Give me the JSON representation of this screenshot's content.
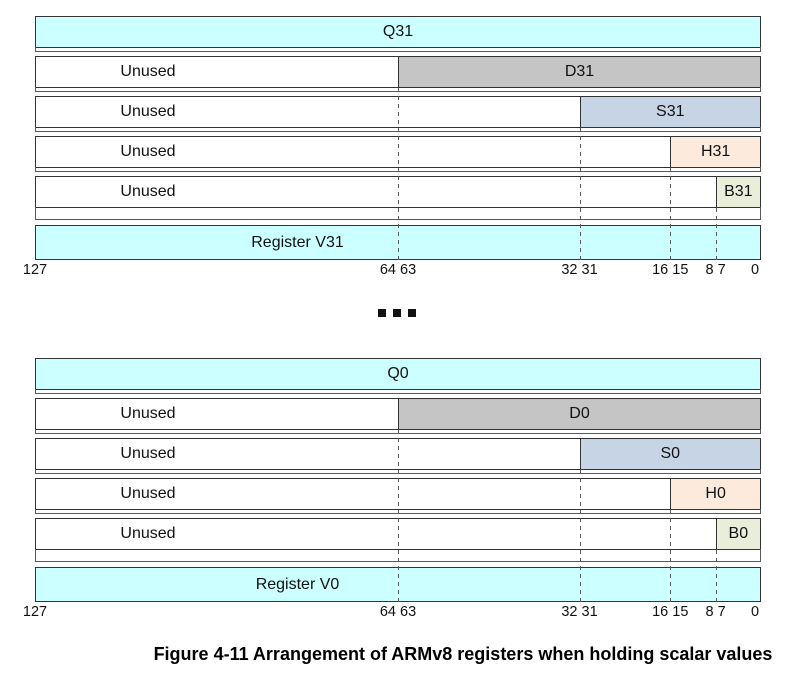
{
  "figure": {
    "caption": "Figure 4-11 Arrangement of ARMv8 registers when holding scalar values"
  },
  "colors": {
    "full_register": "#ccffff",
    "d_fill": "#c5c5c5",
    "s_fill": "#c6d4e6",
    "h_fill": "#fcebdc",
    "b_fill": "#e9eeda",
    "border": "#333333",
    "line": "#595959",
    "text": "#111111"
  },
  "separator": {
    "symbol": "square-dot-ellipsis",
    "dots": 3
  },
  "groups": [
    {
      "name": "V31",
      "rows": [
        {
          "kind": "full",
          "label": "Q31",
          "fill_key": "full_register"
        },
        {
          "kind": "split",
          "label": "D31",
          "bits": 64,
          "unused_label": "Unused",
          "fill_key": "d_fill"
        },
        {
          "kind": "split",
          "label": "S31",
          "bits": 32,
          "unused_label": "Unused",
          "fill_key": "s_fill"
        },
        {
          "kind": "split",
          "label": "H31",
          "bits": 16,
          "unused_label": "Unused",
          "fill_key": "h_fill"
        },
        {
          "kind": "split",
          "label": "B31",
          "bits": 8,
          "unused_label": "Unused",
          "fill_key": "b_fill"
        },
        {
          "kind": "register",
          "label": "Register V31",
          "fill_key": "full_register"
        }
      ],
      "scale_labels": [
        {
          "text": "127",
          "bit": 128
        },
        {
          "text": "64 63",
          "bit": 64
        },
        {
          "text": "32 31",
          "bit": 32
        },
        {
          "text": "16 15",
          "bit": 16
        },
        {
          "text": "8 7",
          "bit": 8
        },
        {
          "text": "0",
          "bit": 0
        }
      ]
    },
    {
      "name": "V0",
      "rows": [
        {
          "kind": "full",
          "label": "Q0",
          "fill_key": "full_register"
        },
        {
          "kind": "split",
          "label": "D0",
          "bits": 64,
          "unused_label": "Unused",
          "fill_key": "d_fill"
        },
        {
          "kind": "split",
          "label": "S0",
          "bits": 32,
          "unused_label": "Unused",
          "fill_key": "s_fill"
        },
        {
          "kind": "split",
          "label": "H0",
          "bits": 16,
          "unused_label": "Unused",
          "fill_key": "h_fill"
        },
        {
          "kind": "split",
          "label": "B0",
          "bits": 8,
          "unused_label": "Unused",
          "fill_key": "b_fill"
        },
        {
          "kind": "register",
          "label": "Register V0",
          "fill_key": "full_register"
        }
      ],
      "scale_labels": [
        {
          "text": "127",
          "bit": 128
        },
        {
          "text": "64 63",
          "bit": 64
        },
        {
          "text": "32 31",
          "bit": 32
        },
        {
          "text": "16 15",
          "bit": 16
        },
        {
          "text": "8 7",
          "bit": 8
        },
        {
          "text": "0",
          "bit": 0
        }
      ]
    }
  ]
}
